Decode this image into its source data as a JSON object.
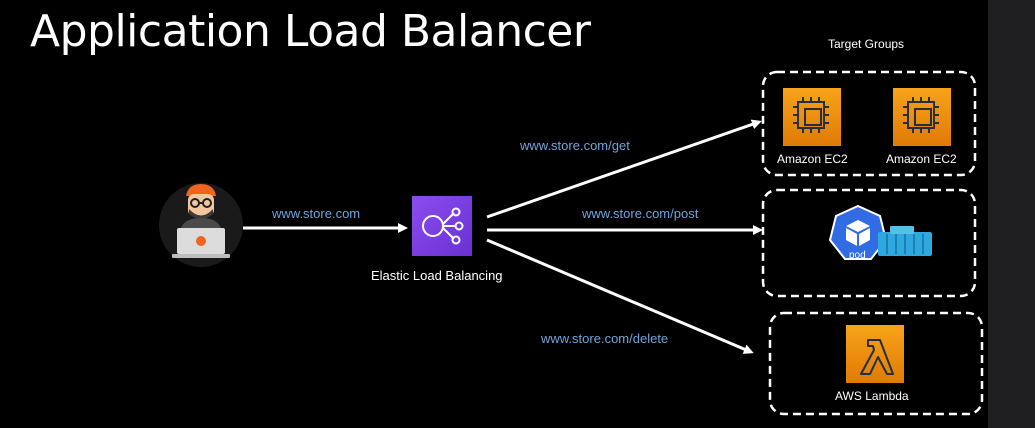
{
  "title": "Application Load Balancer",
  "target_groups_label": "Target Groups",
  "user": {
    "icon": "developer-laptop-icon"
  },
  "load_balancer": {
    "label": "Elastic Load Balancing",
    "icon": "elastic-load-balancing-icon",
    "color": "#7b3fe4"
  },
  "routes": {
    "incoming": "www.store.com",
    "get": "www.store.com/get",
    "post": "www.store.com/post",
    "delete": "www.store.com/delete"
  },
  "targets": {
    "ec2_1": {
      "label": "Amazon EC2",
      "icon": "ec2-chip-icon"
    },
    "ec2_2": {
      "label": "Amazon EC2",
      "icon": "ec2-chip-icon"
    },
    "kubernetes": {
      "label": "pod",
      "icon": "kubernetes-pod-icon"
    },
    "lambda": {
      "label": "AWS Lambda",
      "icon": "lambda-icon"
    }
  },
  "colors": {
    "background": "#000000",
    "arrow": "#ffffff",
    "route_text": "#6fa3d8",
    "aws_orange": "#f58a07",
    "kubernetes_blue": "#326ce5",
    "docker_blue": "#2fa8e0"
  }
}
